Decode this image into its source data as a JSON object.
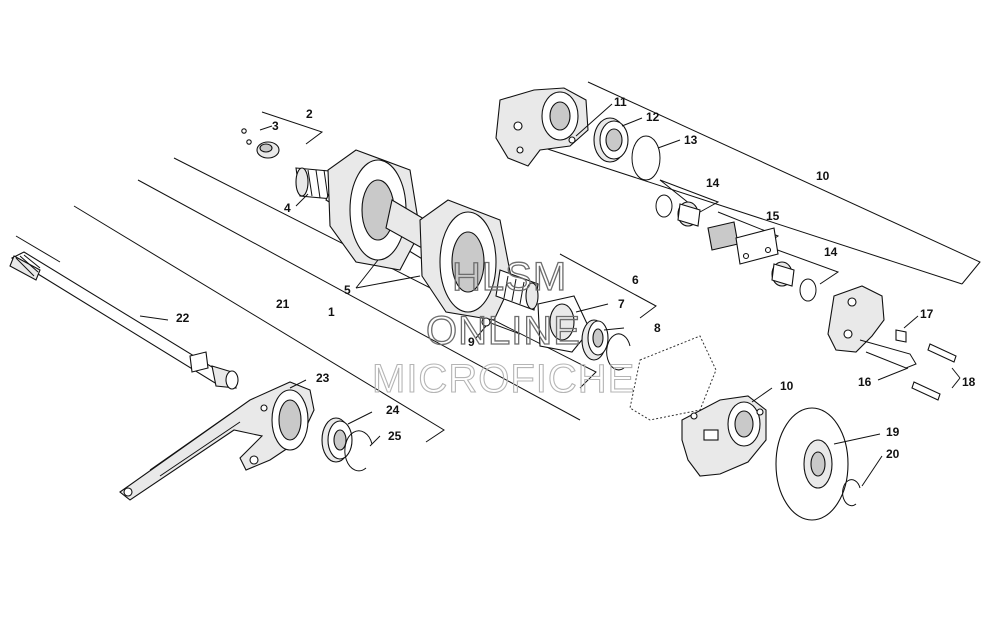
{
  "watermark": {
    "line1": "HLSM",
    "line2": "ONLINE",
    "line3": "MICROFICHE"
  },
  "callouts": [
    {
      "id": "c1",
      "label": "1"
    },
    {
      "id": "c2",
      "label": "2"
    },
    {
      "id": "c3",
      "label": "3"
    },
    {
      "id": "c4",
      "label": "4"
    },
    {
      "id": "c5",
      "label": "5"
    },
    {
      "id": "c6",
      "label": "6"
    },
    {
      "id": "c7",
      "label": "7"
    },
    {
      "id": "c8",
      "label": "8"
    },
    {
      "id": "c9",
      "label": "9"
    },
    {
      "id": "c10a",
      "label": "10"
    },
    {
      "id": "c10b",
      "label": "10"
    },
    {
      "id": "c11",
      "label": "11"
    },
    {
      "id": "c12",
      "label": "12"
    },
    {
      "id": "c13",
      "label": "13"
    },
    {
      "id": "c14a",
      "label": "14"
    },
    {
      "id": "c14b",
      "label": "14"
    },
    {
      "id": "c15",
      "label": "15"
    },
    {
      "id": "c16",
      "label": "16"
    },
    {
      "id": "c17",
      "label": "17"
    },
    {
      "id": "c18",
      "label": "18"
    },
    {
      "id": "c19",
      "label": "19"
    },
    {
      "id": "c20",
      "label": "20"
    },
    {
      "id": "c21",
      "label": "21"
    },
    {
      "id": "c22",
      "label": "22"
    },
    {
      "id": "c23",
      "label": "23"
    },
    {
      "id": "c24",
      "label": "24"
    },
    {
      "id": "c25",
      "label": "25"
    }
  ]
}
